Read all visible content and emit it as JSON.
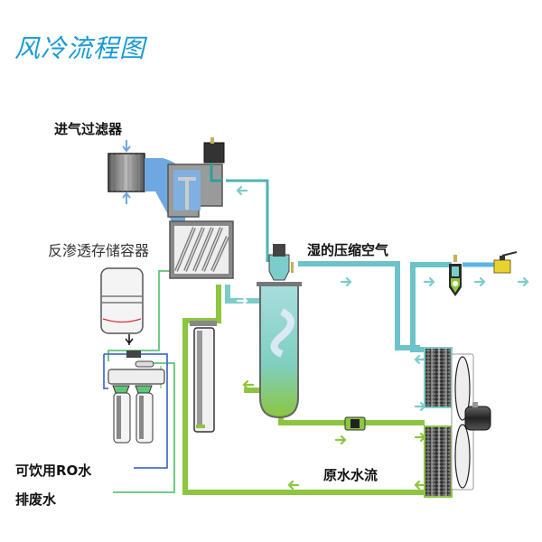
{
  "title": "风冷流程图",
  "labels": {
    "intake_filter": "进气过滤器",
    "ro_tank": "反渗透存储容器",
    "wet_air": "湿的压缩空气",
    "ro_water": "可饮用RO水",
    "waste_water": "排废水",
    "raw_water_flow": "原水水流"
  },
  "colors": {
    "title": "#1a9ad6",
    "air_line": "#6cc3c9",
    "water_line": "#8cc63f",
    "ro_blue_line": "#4a6fd1",
    "ro_green_line": "#5fc47a",
    "intake_blue": "#6fa8e0",
    "dark_teal": "#2aa19a",
    "outlet_blue": "#5ab4e6"
  },
  "components": [
    {
      "name": "intake-filter",
      "icon": "air-filter-icon"
    },
    {
      "name": "inlet-valve",
      "icon": "valve-icon"
    },
    {
      "name": "screw-compressor",
      "icon": "screw-rotor-icon"
    },
    {
      "name": "separator-tank",
      "icon": "separator-tank-icon"
    },
    {
      "name": "oil-filter",
      "icon": "oil-filter-icon"
    },
    {
      "name": "ro-storage-tank",
      "icon": "pressure-tank-icon"
    },
    {
      "name": "ro-filter-unit",
      "icon": "ro-filter-icon"
    },
    {
      "name": "line-filter",
      "icon": "line-filter-icon"
    },
    {
      "name": "ball-valve",
      "icon": "ball-valve-icon"
    },
    {
      "name": "cooler",
      "icon": "radiator-icon"
    },
    {
      "name": "cooling-fan",
      "icon": "fan-icon"
    },
    {
      "name": "water-pump",
      "icon": "pump-icon"
    }
  ]
}
